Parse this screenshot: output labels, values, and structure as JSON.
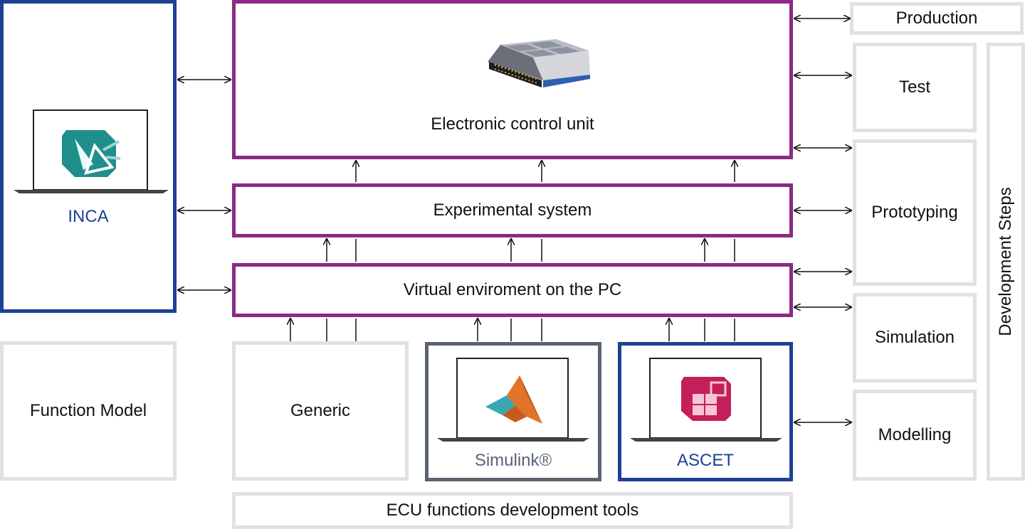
{
  "inca": {
    "label": "INCA"
  },
  "ecu": {
    "label": "Electronic control unit"
  },
  "experimental": {
    "label": "Experimental system"
  },
  "virtual": {
    "label": "Virtual enviroment on the PC"
  },
  "function_model": {
    "label": "Function Model"
  },
  "generic": {
    "label": "Generic"
  },
  "simulink": {
    "label": "Simulink®"
  },
  "ascet": {
    "label": "ASCET"
  },
  "ecu_tools": {
    "label": "ECU functions development tools"
  },
  "steps": {
    "production": "Production",
    "test": "Test",
    "prototyping": "Prototyping",
    "simulation": "Simulation",
    "modelling": "Modelling",
    "title": "Development Steps"
  },
  "colors": {
    "purple": "#8a2a86",
    "blue": "#1d4196",
    "slate": "#5a6470",
    "gray": "#e1e1e1"
  }
}
